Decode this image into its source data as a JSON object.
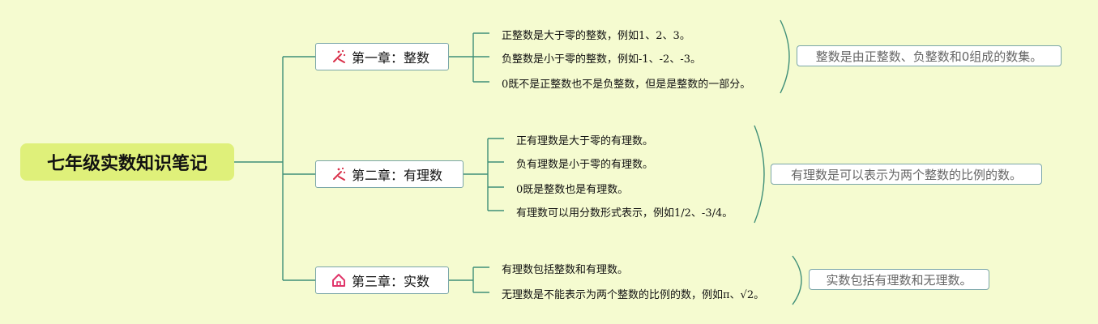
{
  "root": {
    "title": "七年级实数知识笔记"
  },
  "chapters": [
    {
      "label": "第一章：整数",
      "icon": "magic-wand-icon",
      "items": [
        "正整数是大于零的整数，例如1、2、3。",
        "负整数是小于零的整数，例如-1、-2、-3。",
        "0既不是正整数也不是负整数，但是是整数的一部分。"
      ],
      "summary": "整数是由正整数、负整数和0组成的数集。"
    },
    {
      "label": "第二章：有理数",
      "icon": "magic-wand-icon",
      "items": [
        "正有理数是大于零的有理数。",
        "负有理数是小于零的有理数。",
        "0既是整数也是有理数。",
        "有理数可以用分数形式表示，例如1/2、-3/4。"
      ],
      "summary": "有理数是可以表示为两个整数的比例的数。"
    },
    {
      "label": "第三章：实数",
      "icon": "home-icon",
      "items": [
        "有理数包括整数和有理数。",
        "无理数是不能表示为两个整数的比例的数，例如π、√2。"
      ],
      "summary": "实数包括有理数和无理数。"
    }
  ],
  "colors": {
    "background": "#f5fbd0",
    "root_fill": "#dff07a",
    "connector": "#3f8f78",
    "icon_red": "#d9304a",
    "icon_pink": "#e0356a"
  }
}
